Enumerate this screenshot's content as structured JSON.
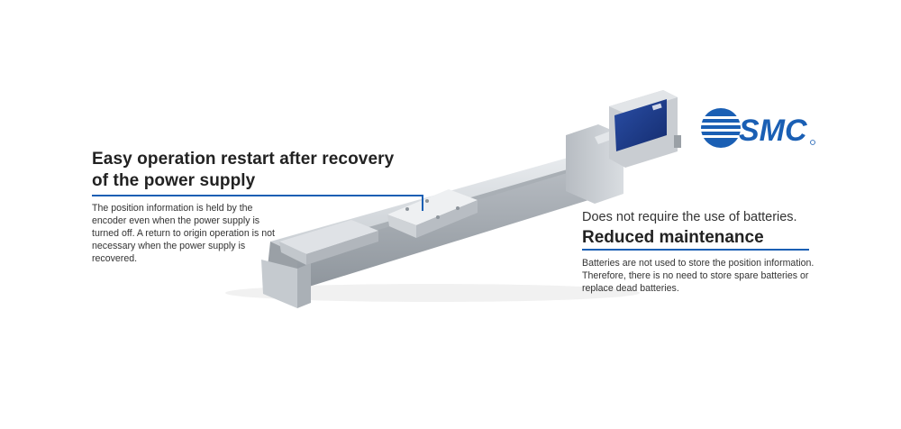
{
  "left_feature": {
    "title_line1": "Easy operation restart after recovery",
    "title_line2": "of the power supply",
    "description": "The position information is held by the encoder even when the power supply is turned off. A return to origin operation is not necessary when the power supply is recovered."
  },
  "right_feature": {
    "intro": "Does not require the use of batteries.",
    "title": "Reduced maintenance",
    "description": "Batteries are not used to store the position information. Therefore, there is no need to store spare batteries or replace dead batteries."
  },
  "brand": {
    "name": "SMC",
    "color": "#1a5fb4"
  },
  "icons": [
    "smc-logo-icon",
    "electric-actuator-illustration"
  ]
}
